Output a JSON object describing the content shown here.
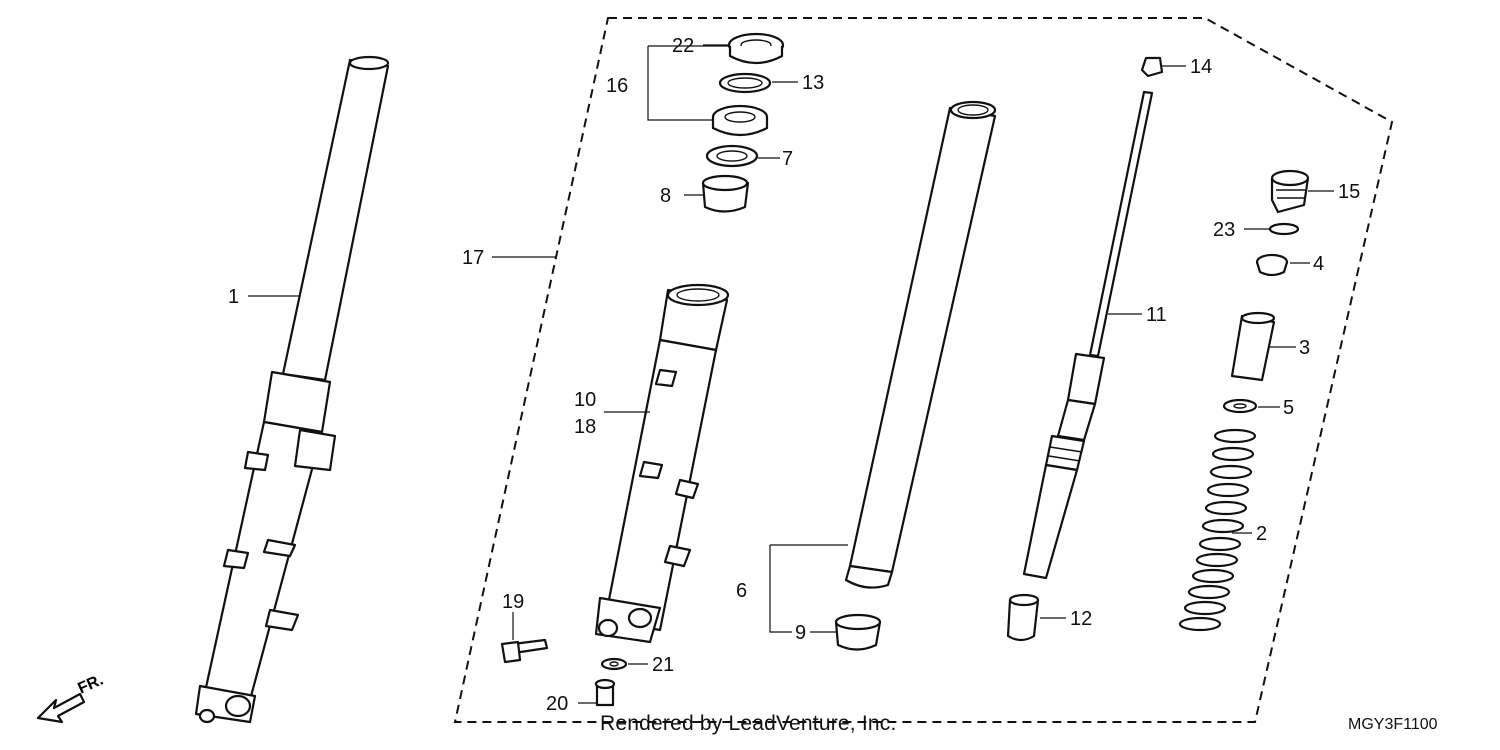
{
  "credit": "Rendered by LeadVenture, Inc.",
  "diagram_code": "MGY3F1100",
  "direction_label": "FR.",
  "callouts": {
    "c1": "1",
    "c2": "2",
    "c3": "3",
    "c4": "4",
    "c5": "5",
    "c6": "6",
    "c7": "7",
    "c8": "8",
    "c9": "9",
    "c10": "10",
    "c11": "11",
    "c12": "12",
    "c13": "13",
    "c14": "14",
    "c15": "15",
    "c16": "16",
    "c17": "17",
    "c18": "18",
    "c19": "19",
    "c20": "20",
    "c21": "21",
    "c22": "22",
    "c23": "23"
  }
}
